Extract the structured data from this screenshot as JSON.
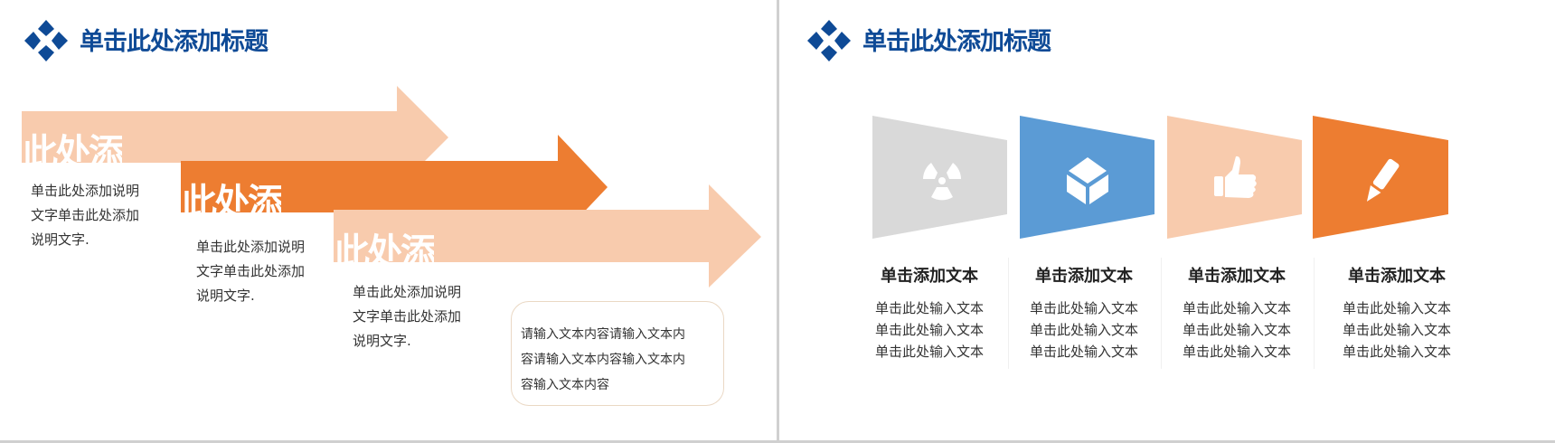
{
  "left_slide": {
    "title": "单击此处添加标题",
    "arrows": [
      {
        "label": "此处添",
        "color": "#f8cbad",
        "description": [
          "单击此处添加说明",
          "文字单击此处添加",
          "说明文字."
        ]
      },
      {
        "label": "此处添",
        "color": "#ed7d31",
        "description": [
          "单击此处添加说明",
          "文字单击此处添加",
          "说明文字."
        ]
      },
      {
        "label": "此处添",
        "color": "#f8cbad",
        "description": [
          "单击此处添加说明",
          "文字单击此处添加",
          "说明文字."
        ]
      }
    ],
    "box_text": [
      "请输入文本内容请输入文本内",
      "容请输入文本内容输入文本内",
      "容输入文本内容"
    ]
  },
  "right_slide": {
    "title": "单击此处添加标题",
    "items": [
      {
        "icon": "radiation-icon",
        "color": "#d9d9d9",
        "heading": "单击添加文本",
        "lines": [
          "单击此处输入文本",
          "单击此处输入文本",
          "单击此处输入文本"
        ]
      },
      {
        "icon": "cube-icon",
        "color": "#5b9bd5",
        "heading": "单击添加文本",
        "lines": [
          "单击此处输入文本",
          "单击此处输入文本",
          "单击此处输入文本"
        ]
      },
      {
        "icon": "thumbs-up-icon",
        "color": "#f8cbad",
        "heading": "单击添加文本",
        "lines": [
          "单击此处输入文本",
          "单击此处输入文本",
          "单击此处输入文本"
        ]
      },
      {
        "icon": "pencil-icon",
        "color": "#ed7d31",
        "heading": "单击添加文本",
        "lines": [
          "单击此处输入文本",
          "单击此处输入文本",
          "单击此处输入文本"
        ]
      }
    ]
  },
  "colors": {
    "title": "#0e4a96",
    "divider": "#d0d0d0"
  }
}
